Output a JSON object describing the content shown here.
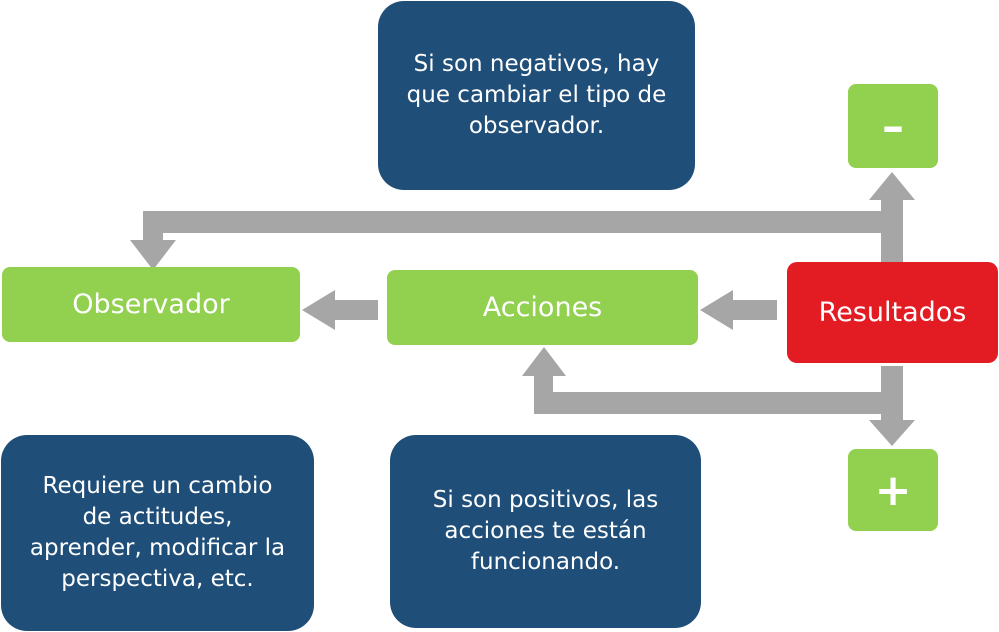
{
  "nodes": {
    "observador": "Observador",
    "acciones": "Acciones",
    "resultados": "Resultados",
    "minus": "–",
    "plus": "+"
  },
  "notes": {
    "negativos": "Si son negativos, hay que cambiar el tipo de observador.",
    "positivos": "Si son positivos, las acciones te están funcionando.",
    "cambio": "Requiere un cambio de actitudes, aprender, modificar la perspectiva, etc."
  },
  "colors": {
    "green": "#92d050",
    "red": "#e31b23",
    "navy": "#1f4e79",
    "arrow": "#a6a6a6"
  }
}
